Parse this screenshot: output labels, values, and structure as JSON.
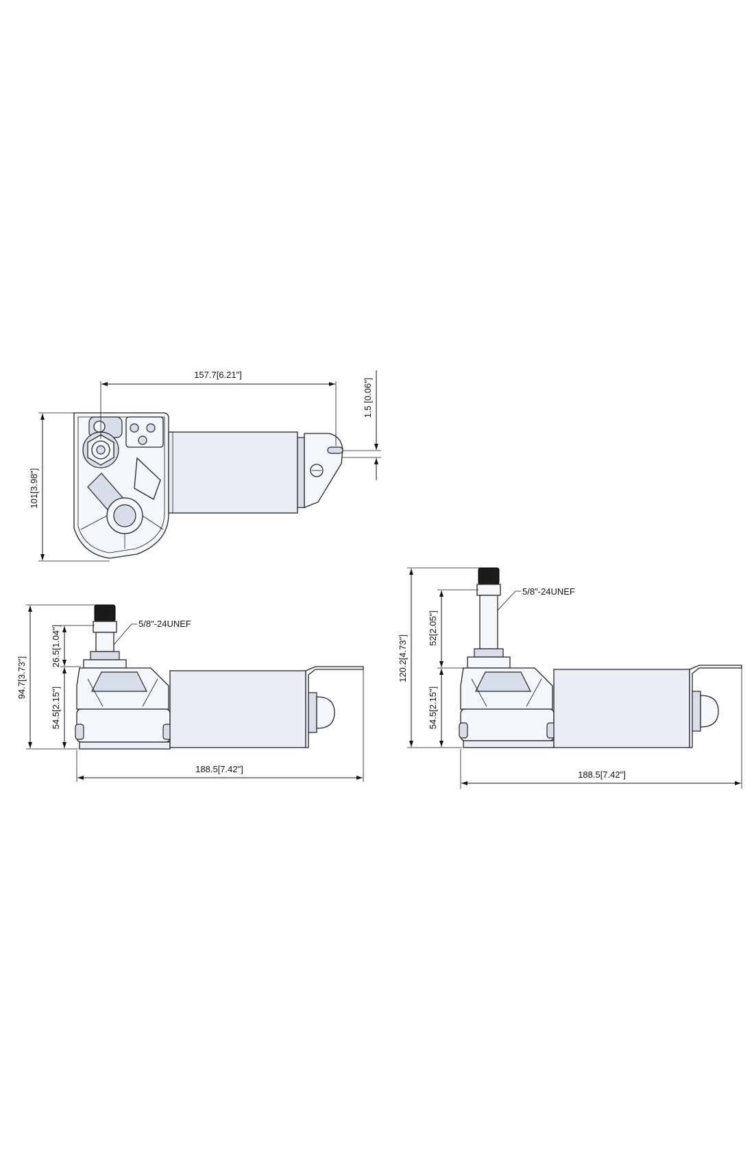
{
  "views": {
    "top": {
      "dim_length": "157.7[6.21\"]",
      "dim_offset": "1.5 [0.06\"]",
      "dim_height": "101[3.98\"]"
    },
    "side_short": {
      "thread_label": "5/8\"-24UNEF",
      "dim_total_height": "94.7[3.73\"]",
      "dim_shaft": "26.5[1.04\"]",
      "dim_body": "54.5[2.15\"]",
      "dim_length": "188.5[7.42\"]"
    },
    "side_long": {
      "thread_label": "5/8\"-24UNEF",
      "dim_total_height": "120.2[4.73\"]",
      "dim_shaft": "52[2.05\"]",
      "dim_body": "54.5[2.15\"]",
      "dim_length": "188.5[7.42\"]"
    }
  },
  "colors": {
    "part_fill": "#e9eef6",
    "outline": "#222222",
    "knob": "#1b1b1b"
  }
}
